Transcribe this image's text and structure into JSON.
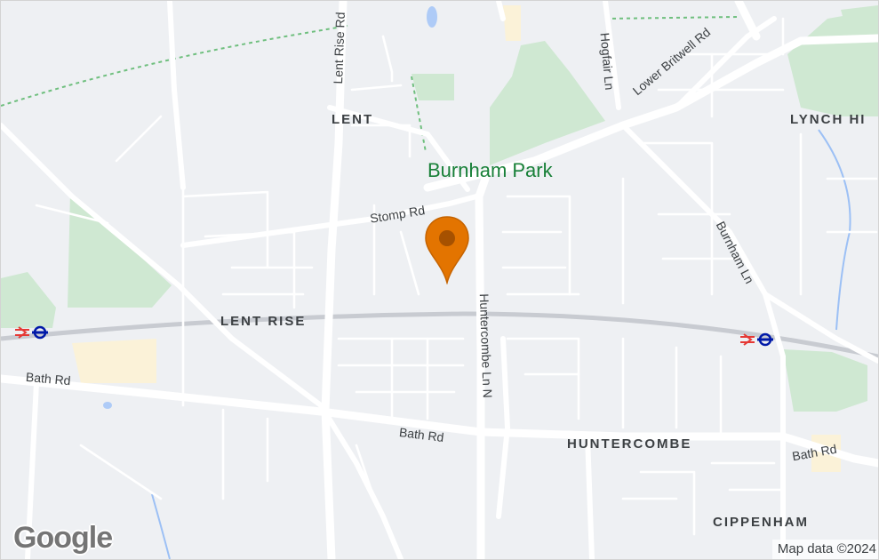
{
  "map": {
    "place_labels": {
      "lent": "LENT",
      "lynch_hill": "LYNCH HI",
      "lent_rise": "LENT RISE",
      "huntercombe": "HUNTERCOMBE",
      "cippenham": "CIPPENHAM"
    },
    "park_labels": {
      "burnham_park": "Burnham Park"
    },
    "road_labels": {
      "lent_rise_rd": "Lent Rise Rd",
      "hogfair_ln": "Hogfair Ln",
      "lower_britwell_rd": "Lower Britwell Rd",
      "stomp_rd": "Stomp Rd",
      "burnham_ln": "Burnham Ln",
      "huntercombe_ln_n": "Huntercombe Ln N",
      "bath_rd_west": "Bath Rd",
      "bath_rd_center": "Bath Rd",
      "bath_rd_east": "Bath Rd"
    },
    "marker": {
      "name": "location-pin",
      "color": "#E37400",
      "center_color": "#A65100"
    },
    "stations": {
      "icon": "rail-underground-icon",
      "rail_color": "#E53935",
      "underground_color": "#0019A8"
    },
    "logo": "Google",
    "attribution": "Map data ©2024"
  }
}
